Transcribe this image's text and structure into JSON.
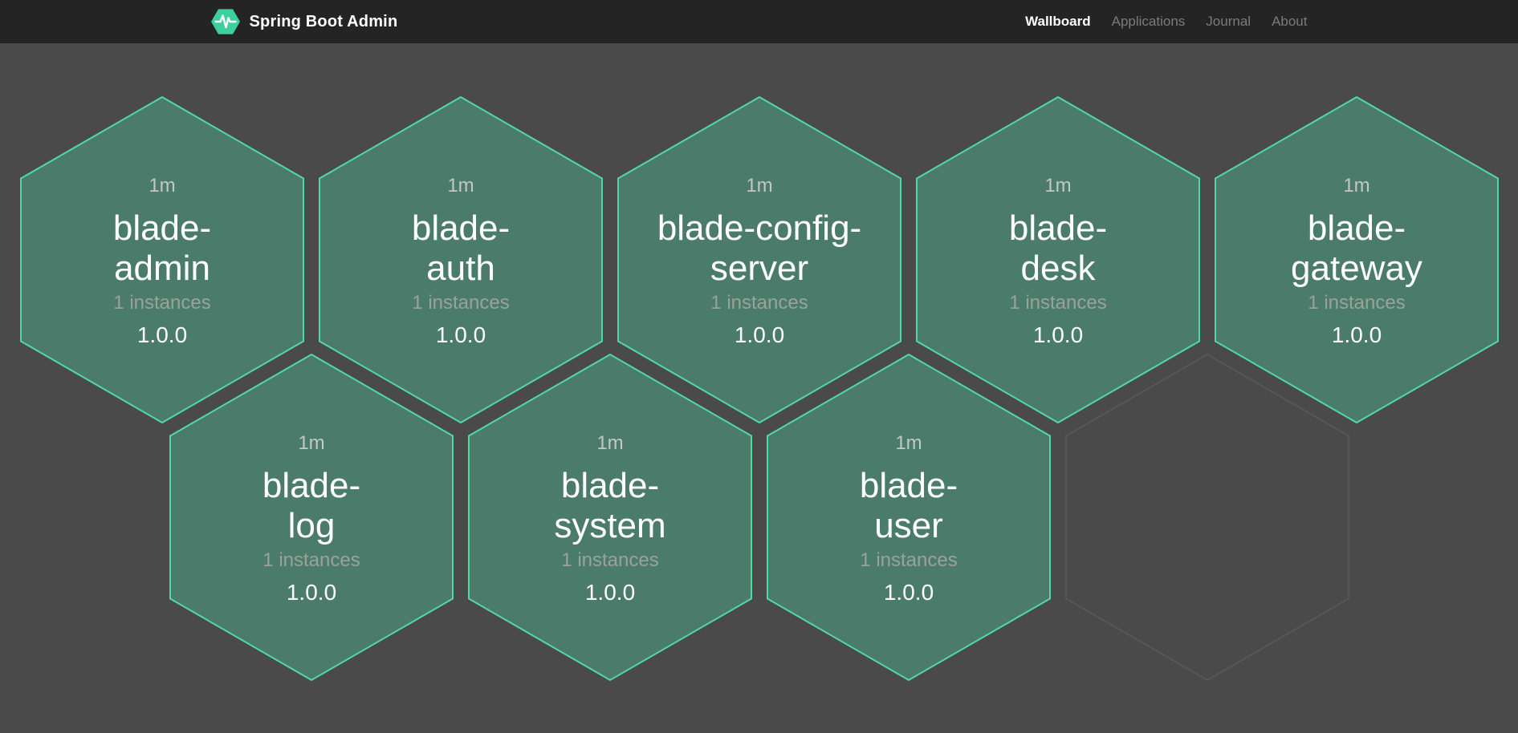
{
  "navbar": {
    "brand": "Spring Boot Admin",
    "items": [
      {
        "label": "Wallboard",
        "active": true
      },
      {
        "label": "Applications",
        "active": false
      },
      {
        "label": "Journal",
        "active": false
      },
      {
        "label": "About",
        "active": false
      }
    ]
  },
  "colors": {
    "hex_fill": "#4b7c6b",
    "hex_border": "#52d8a4",
    "empty_border": "#5a5a5a",
    "background": "#4a4a4a",
    "navbar_bg": "#242424",
    "brand_icon": "#3ecf9f",
    "brand_icon_pulse": "#ffffff"
  },
  "wallboard": {
    "tiles": [
      {
        "row": 0,
        "col": 0,
        "time": "1m",
        "name_lines": [
          "blade-",
          "admin"
        ],
        "instances": "1 instances",
        "version": "1.0.0"
      },
      {
        "row": 0,
        "col": 1,
        "time": "1m",
        "name_lines": [
          "blade-",
          "auth"
        ],
        "instances": "1 instances",
        "version": "1.0.0"
      },
      {
        "row": 0,
        "col": 2,
        "time": "1m",
        "name_lines": [
          "blade-config-",
          "server"
        ],
        "instances": "1 instances",
        "version": "1.0.0"
      },
      {
        "row": 0,
        "col": 3,
        "time": "1m",
        "name_lines": [
          "blade-",
          "desk"
        ],
        "instances": "1 instances",
        "version": "1.0.0"
      },
      {
        "row": 0,
        "col": 4,
        "time": "1m",
        "name_lines": [
          "blade-",
          "gateway"
        ],
        "instances": "1 instances",
        "version": "1.0.0"
      },
      {
        "row": 1,
        "col": 0,
        "time": "1m",
        "name_lines": [
          "blade-",
          "log"
        ],
        "instances": "1 instances",
        "version": "1.0.0"
      },
      {
        "row": 1,
        "col": 1,
        "time": "1m",
        "name_lines": [
          "blade-",
          "system"
        ],
        "instances": "1 instances",
        "version": "1.0.0"
      },
      {
        "row": 1,
        "col": 2,
        "time": "1m",
        "name_lines": [
          "blade-",
          "user"
        ],
        "instances": "1 instances",
        "version": "1.0.0"
      },
      {
        "row": 1,
        "col": 3,
        "empty": true
      }
    ]
  }
}
